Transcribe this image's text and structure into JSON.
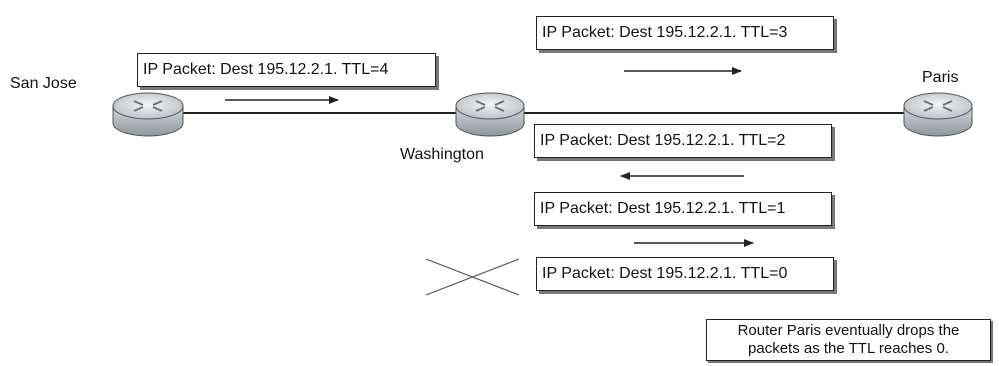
{
  "routers": {
    "san_jose": "San Jose",
    "washington": "Washington",
    "paris": "Paris"
  },
  "packets": [
    {
      "text": "IP Packet: Dest 195.12.2.1. TTL=4",
      "direction": "right",
      "dropped": false
    },
    {
      "text": "IP Packet: Dest 195.12.2.1. TTL=3",
      "direction": "right",
      "dropped": false
    },
    {
      "text": "IP Packet: Dest 195.12.2.1. TTL=2",
      "direction": "left",
      "dropped": false
    },
    {
      "text": "IP Packet: Dest 195.12.2.1. TTL=1",
      "direction": "right",
      "dropped": false
    },
    {
      "text": "IP Packet: Dest 195.12.2.1. TTL=0",
      "direction": "none",
      "dropped": true
    }
  ],
  "note": {
    "line1": "Router Paris eventually drops the",
    "line2": "packets as the TTL reaches 0."
  },
  "colors": {
    "link": "#222222",
    "router_body": "#b9bec3",
    "router_top": "#e8eaec",
    "router_outline": "#555555"
  },
  "icons": {
    "router": "router-icon",
    "drop": "x-cross-icon",
    "arrow": "arrow-icon"
  }
}
